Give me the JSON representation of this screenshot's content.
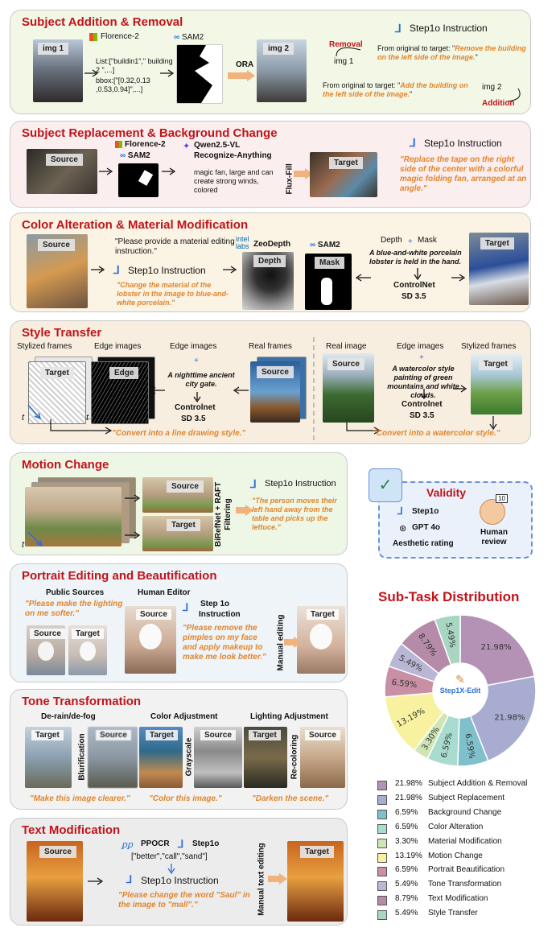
{
  "colors": {
    "red": "#c0141a",
    "orange": "#e0852d",
    "step_blue": "#2d6fd6"
  },
  "p1": {
    "title": "Subject Addition & Removal",
    "img1": "img 1",
    "florence": "Florence-2",
    "list_text": "List:[\"buildin1\",\" building 2 \",...]",
    "bbox_text": "bbox:[\"[0.32,0.13 ,0.53,0.94]\",...]",
    "sam2": "SAM2",
    "ora": "ORA",
    "img2": "img 2",
    "step1o": "Step1o Instruction",
    "removal": "Removal",
    "addition": "Addition",
    "r_img1": "img 1",
    "r_img2": "img 2",
    "from1": "From original to target: \"",
    "q1": "Remove the building on the left side of the image.",
    "from2": "From original to target: \"",
    "q2": "Add the building on the left side of the image."
  },
  "p2": {
    "title": "Subject Replacement & Background Change",
    "source": "Source",
    "florence": "Florence-2",
    "sam2": "SAM2",
    "qwen": "Qwen2.5-VL",
    "recog": "Recognize-Anything",
    "desc": "magic fan, large and can create strong winds, colored",
    "fluxfill": "Flux-Fill",
    "target": "Target",
    "step1o": "Step1o Instruction",
    "quote": "Replace the tape on the right side of the center with a colorful magic folding fan, arranged at an angle."
  },
  "p3": {
    "title": "Color Alteration & Material Modification",
    "source": "Source",
    "prompt": "\"Please provide a material editing instruction.\"",
    "step1o": "Step1o Instruction",
    "quote": "Change the material of the lobster in the image to blue-and-white porcelain.",
    "intel": "intel",
    "labs": "labs",
    "zoe": "ZeoDepth",
    "depth": "Depth",
    "sam2": "SAM2",
    "mask": "Mask",
    "depth_h": "Depth",
    "mask_h": "Mask",
    "plus": "+",
    "caption": "A blue-and-white porcelain lobster is held in the hand.",
    "controlnet": "ControlNet",
    "sd": "SD 3.5",
    "target": "Target"
  },
  "p4": {
    "title": "Style Transfer",
    "stylized": "Stylized frames",
    "edge_images": "Edge images",
    "target": "Target",
    "edge": "Edge",
    "edge_images2": "Edge images",
    "plus": "+",
    "prompt1": "A nighttime ancient city gate.",
    "controlnet": "Controlnet",
    "sd": "SD 3.5",
    "real_frames": "Real frames",
    "source": "Source",
    "t": "t",
    "t2": "t",
    "quote1": "Convert into a line drawing style.",
    "real_image": "Real image",
    "source2": "Source",
    "edge_images3": "Edge images",
    "plus2": "+",
    "prompt2": "A watercolor style painting of green mountains and white clouds.",
    "controlnet2": "Controlnet",
    "sd2": "SD 3.5",
    "stylized2": "Stylized frames",
    "target2": "Target",
    "quote2": "Convert into a watercolor style."
  },
  "p5": {
    "title": "Motion Change",
    "source": "Source",
    "target": "Target",
    "t": "t",
    "filter": "BiRefNet + RAFT",
    "filtering": "Filtering",
    "step1o": "Step1o Instruction",
    "quote": "The person moves their left hand away from the table and picks up the lettuce."
  },
  "validity": {
    "title": "Validity",
    "step1o": "Step1o",
    "gpt": "GPT 4o",
    "aes": "Aesthetic rating",
    "human": "Human review",
    "badge": "10"
  },
  "p6": {
    "title": "Portrait Editing and Beautification",
    "public": "Public Sources",
    "q1": "Please make the lighting on me softer.",
    "source": "Source",
    "target": "Target",
    "editor": "Human Editor",
    "source2": "Source",
    "step1o": "Step 1o",
    "instruction": "Instruction",
    "q2": "Please remove the pimples on my face and apply makeup to make me look better.",
    "manual": "Manual editing",
    "target2": "Target"
  },
  "p7": {
    "title": "Tone Transformation",
    "derain": "De-rain/de-fog",
    "coloradj": "Color Adjustment",
    "lightadj": "Lighting Adjustment",
    "target1": "Target",
    "source1": "Source",
    "blur": "Blurification",
    "target2": "Target",
    "source2": "Source",
    "gray": "Grayscale",
    "target3": "Target",
    "source3": "Source",
    "recolor": "Re-coloring",
    "q1": "Make this image clearer.",
    "q2": "Color this image.",
    "q3": "Darken the scene."
  },
  "p8": {
    "title": "Text Modification",
    "source": "Source",
    "ppocr": "PPOCR",
    "step1o": "Step1o",
    "words": "[\"better\",\"call\",\"sand\"]",
    "step1o_instr": "Step1o Instruction",
    "quote": "Please change the word \"Saul\" in the image to \"mall\".",
    "manual": "Manual text editing",
    "target": "Target",
    "logo": "ꝑꝑ"
  },
  "chart_data": {
    "type": "pie",
    "title": "Sub-Task Distribution",
    "center_label": "Step1X-Edit",
    "categories": [
      "Subject Addition & Removal",
      "Subject Replacement",
      "Background Change",
      "Color Alteration",
      "Material Modification",
      "Motion Change",
      "Portrait Beautification",
      "Tone Transformation",
      "Text Modification",
      "Style Transfer"
    ],
    "values": [
      21.98,
      21.98,
      6.59,
      6.59,
      3.3,
      13.19,
      6.59,
      5.49,
      8.79,
      5.49
    ],
    "labels": [
      "21.98%",
      "21.98%",
      "6.59%",
      "6.59%",
      "3.30%",
      "13.19%",
      "6.59%",
      "5.49%",
      "8.79%",
      "5.49%"
    ],
    "colors": [
      "#b492b6",
      "#a8acd1",
      "#7fc0cc",
      "#a9dccf",
      "#cfe6b4",
      "#f8f2a0",
      "#c98fa4",
      "#b9b6d6",
      "#b68ba9",
      "#a9d6c0"
    ],
    "legend_placement": "bottom"
  }
}
